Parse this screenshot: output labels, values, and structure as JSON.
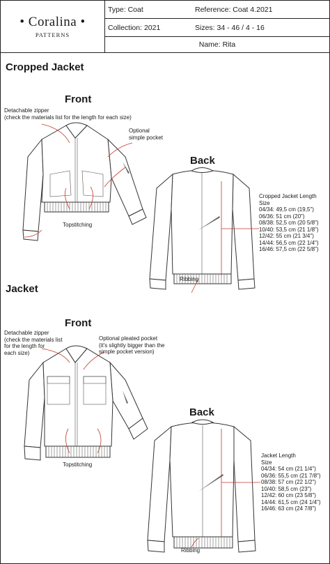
{
  "header": {
    "brand_name": "• Coralina •",
    "brand_sub": "PATTERNS",
    "type": "Type: Coat",
    "reference": "Reference: Coat 4.2021",
    "collection": "Collection: 2021",
    "sizes": "Sizes: 34 - 46 / 4 - 16",
    "name": "Name: Rita"
  },
  "cropped": {
    "title": "Cropped Jacket",
    "front_label": "Front",
    "back_label": "Back",
    "zipper_note_1": "Detachable zipper",
    "zipper_note_2": "(check the materials list for the length for each size)",
    "pocket_note_1": "Optional",
    "pocket_note_2": "simple pocket",
    "topstitching": "Topstitching",
    "ribbing": "Ribbing",
    "length_title": "Cropped Jacket Length",
    "size_label": "Size",
    "lengths": [
      "04/34: 49,5 cm (19,5\")",
      "06/36: 51 cm (20\")",
      "08/38: 52,5 cm (20 5/8\")",
      "10/40: 53,5 cm (21 1/8\")",
      "12/42: 55 cm (21 3/4\")",
      "14/44: 56,5 cm (22 1/4\")",
      "16/46: 57,5 cm (22 5/8\")"
    ]
  },
  "jacket": {
    "title": "Jacket",
    "front_label": "Front",
    "back_label": "Back",
    "zipper_note_1": "Detachable zipper",
    "zipper_note_2": "(check the materials list",
    "zipper_note_3": "for the length for",
    "zipper_note_4": "each size)",
    "pocket_note_1": "Optional pleated pocket",
    "pocket_note_2": "(it's slightly bigger than the",
    "pocket_note_3": "simple pocket version)",
    "topstitching": "Topstitching",
    "ribbing": "Ribbing",
    "length_title": "Jacket Length",
    "size_label": "Size",
    "lengths": [
      "04/34: 54 cm (21 1/4\")",
      "06/36: 55,5 cm (21 7/8\")",
      "08/38: 57 cm (22 1/2\")",
      "10/40: 58,5 cm (23\")",
      "12/42: 60 cm (23 5/8\")",
      "14/44: 61,5 cm (24 1/4\")",
      "16/46: 63 cm (24 7/8\")"
    ]
  }
}
